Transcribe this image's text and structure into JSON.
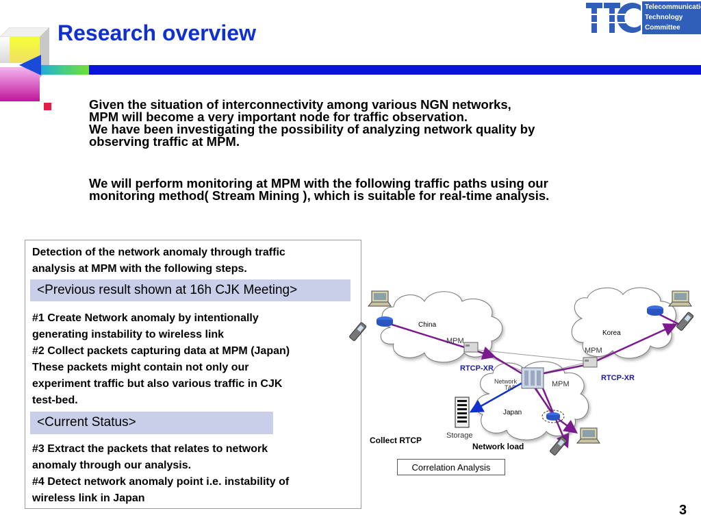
{
  "slide": {
    "title": "Research overview",
    "page_number": "3"
  },
  "logo": {
    "mark": "TTC",
    "lines": [
      "Telecommunication",
      "Technology",
      "Committee"
    ]
  },
  "intro": {
    "paragraph1": [
      "Given the situation of interconnectivity among various NGN networks,",
      "MPM will become a very important node for traffic observation.",
      "We have been investigating the possibility of analyzing  network quality by",
      "observing traffic at MPM."
    ],
    "paragraph2": [
      "We will perform monitoring at MPM with the following traffic paths using our",
      "monitoring method( Stream Mining ), which is suitable for real-time analysis."
    ]
  },
  "box": {
    "heading": [
      "Detection of the network anomaly through traffic",
      "analysis at MPM with the following steps."
    ],
    "previous_label": "<Previous result shown at 16h CJK Meeting>",
    "steps_previous": [
      "#1 Create Network anomaly by intentionally",
      "generating instability  to wireless link",
      "#2 Collect packets capturing data at MPM (Japan)",
      "These packets might contain not only our",
      "experiment traffic but also various traffic in CJK",
      "test-bed."
    ],
    "current_label": "<Current Status>",
    "steps_current": [
      "#3 Extract the packets that relates to network",
      "anomaly through our analysis.",
      "#4 Detect network anomaly point i.e. instability of",
      "wireless link in Japan"
    ]
  },
  "diagram": {
    "china": "China",
    "korea": "Korea",
    "japan": "Japan",
    "mpm": "MPM",
    "rtcp_xr": "RTCP-XR",
    "network_tap": [
      "Network",
      "TAP"
    ],
    "storage": "Storage",
    "collect_rtcp": "Collect RTCP",
    "network_load": "Network load",
    "correlation": "Correlation Analysis"
  },
  "colors": {
    "title": "#1030d0",
    "accent_line": "#0a14d8",
    "bullet": "#e11d48",
    "band": "#c9cfe9",
    "path_purple": "#7a1a8c",
    "path_blue": "#1030d0",
    "rtcp_label": "#1a1aa0"
  }
}
